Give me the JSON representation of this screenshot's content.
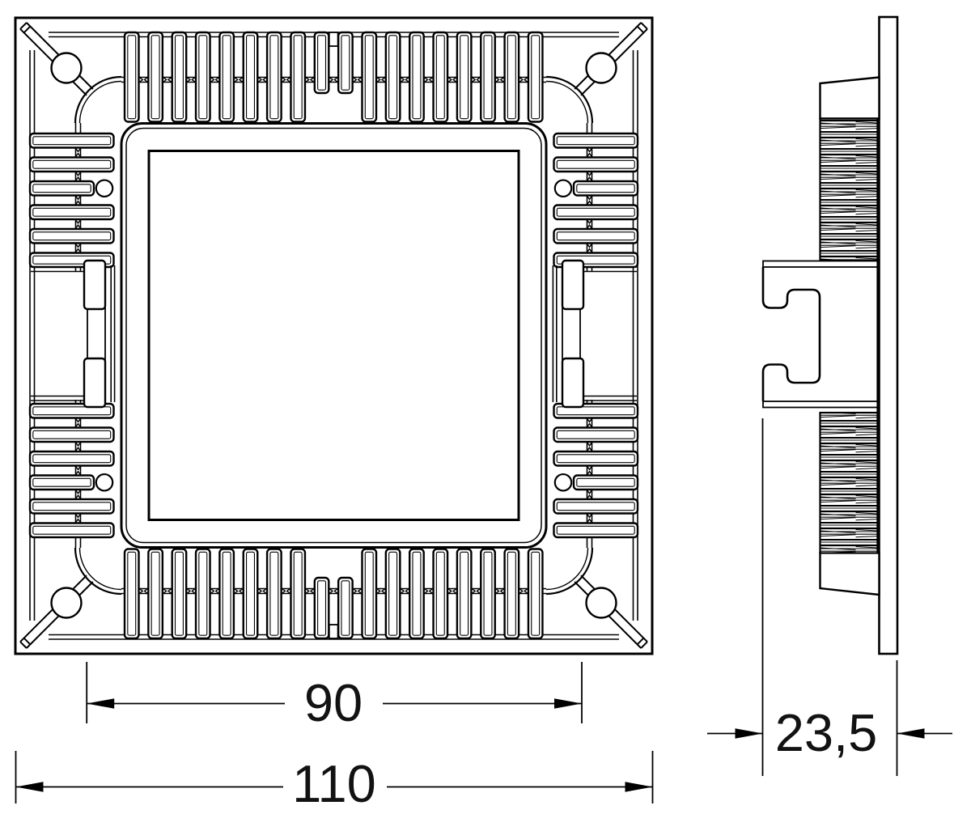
{
  "drawing_type": "technical-dimension-drawing",
  "dimensions": {
    "inner_width": "90",
    "outer_width": "110",
    "depth": "23,5"
  },
  "colors": {
    "line": "#000000",
    "background": "#ffffff"
  }
}
